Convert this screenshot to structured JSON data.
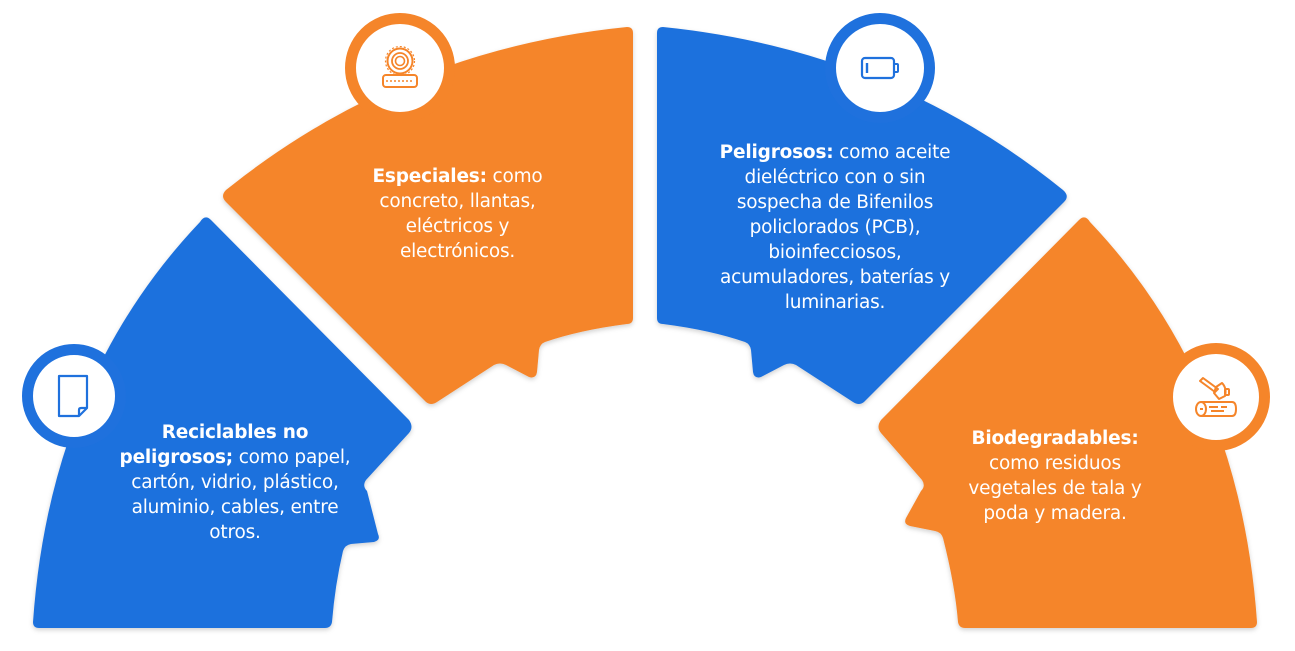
{
  "colors": {
    "blue": "#1f71dd",
    "orange": "#f5852a",
    "text": "#ffffff",
    "badge_fill": "#ffffff"
  },
  "segments": [
    {
      "id": "reciclables",
      "color": "blue",
      "icon": "paper-sheet-icon",
      "title": "Reciclables no peligrosos;",
      "body": "como papel, cartón, vidrio, plástico, aluminio, cables, entre otros."
    },
    {
      "id": "especiales",
      "color": "orange",
      "icon": "stacked-tires-icon",
      "title": "Especiales:",
      "body": "como concreto, llantas, eléctricos y electrónicos."
    },
    {
      "id": "peligrosos",
      "color": "blue",
      "icon": "battery-icon",
      "title": "Peligrosos:",
      "body": "como aceite dieléctrico con o sin sospecha de Bifenilos policlorados (PCB), bioinfecciosos, acumuladores, baterías y luminarias."
    },
    {
      "id": "biodegradables",
      "color": "orange",
      "icon": "axe-log-icon",
      "title": "Biodegradables:",
      "body": "como residuos vegetales de tala y poda y madera."
    }
  ]
}
